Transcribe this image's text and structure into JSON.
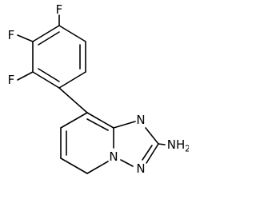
{
  "molecule": {
    "atoms": {
      "f_top": "F",
      "f_mid": "F",
      "f_low": "F",
      "n_upper": "N",
      "n_lower": "N",
      "n_bridge": "N",
      "amine_main": "NH",
      "amine_sub": "2"
    }
  }
}
